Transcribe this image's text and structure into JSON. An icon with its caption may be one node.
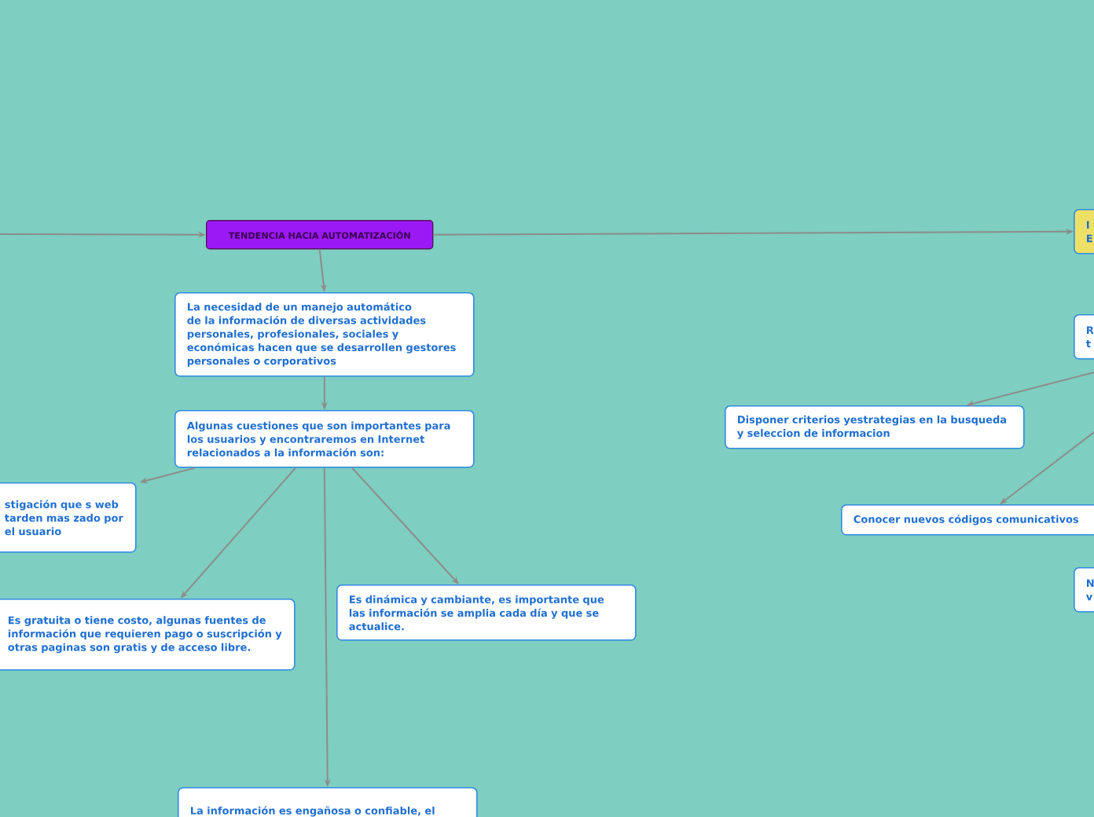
{
  "diagram": {
    "nodes": [
      {
        "text": [
          "TENDENCIA HACIA AUTOMATIZACIÓN"
        ]
      },
      {
        "text": [
          "La necesidad de un manejo automático de la información de diversas actividades personales, profesionales, sociales y económicas hacen que se desarrollen gestores personales o corporativos"
        ]
      },
      {
        "text": [
          "Algunas cuestiones que son importantes para los usuarios y encontraremos en Internet relacionados a la información son:"
        ]
      },
      {
        "text": [
          "stigación que s web tarden mas zado por el usuario"
        ]
      },
      {
        "text": [
          "Es gratuita o tiene costo, algunas fuentes de información que requieren pago o suscripción y otras paginas son gratis y de acceso libre."
        ]
      },
      {
        "text": [
          "Es dinámica y cambiante, es importante que las información se amplia cada día y que se actualice."
        ]
      },
      {
        "text": [
          "La información es engañosa o confiable, el"
        ]
      },
      {
        "text": [
          "I E"
        ]
      },
      {
        "text": [
          "R t"
        ]
      },
      {
        "text": [
          "Disponer criterios yestrategias en la busqueda y seleccion de informacion"
        ]
      },
      {
        "text": [
          "Conocer nuevos códigos comunicativos"
        ]
      },
      {
        "text": [
          "N v"
        ]
      }
    ],
    "edges": [
      {
        "from": null,
        "to": 0,
        "arrow": "to"
      },
      {
        "from": 0,
        "to": 7,
        "arrow": "to"
      },
      {
        "from": 0,
        "to": 1,
        "arrow": "to"
      },
      {
        "from": 1,
        "to": 2,
        "arrow": "to"
      },
      {
        "from": 2,
        "to": 3,
        "arrow": "to"
      },
      {
        "from": 2,
        "to": 4,
        "arrow": "to"
      },
      {
        "from": 2,
        "to": 6,
        "arrow": "to"
      },
      {
        "from": 2,
        "to": 5,
        "arrow": "to"
      },
      {
        "from": 8,
        "to": 9,
        "arrow": "to"
      },
      {
        "from": 8,
        "to": 10,
        "arrow": "to"
      }
    ]
  }
}
